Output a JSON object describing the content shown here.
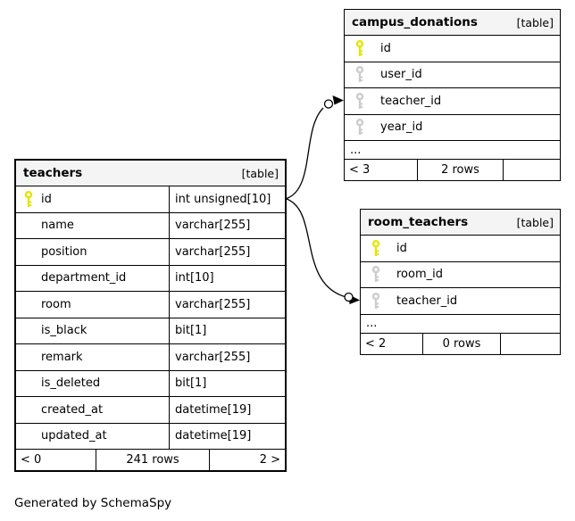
{
  "diagram": {
    "credit": "Generated by SchemaSpy"
  },
  "colors": {
    "primary_key": "#e5e500",
    "foreign_key": "#cccccc",
    "header_bg": "#f4f4f4",
    "border": "#000000"
  },
  "relationships": [
    {
      "from": "teachers.id",
      "to": "campus_donations.teacher_id"
    },
    {
      "from": "teachers.id",
      "to": "room_teachers.teacher_id"
    }
  ],
  "tables": [
    {
      "name": "teachers",
      "tag": "[table]",
      "columns": [
        {
          "name": "id",
          "type": "int unsigned[10]",
          "key": "primary"
        },
        {
          "name": "name",
          "type": "varchar[255]",
          "key": "none"
        },
        {
          "name": "position",
          "type": "varchar[255]",
          "key": "none"
        },
        {
          "name": "department_id",
          "type": "int[10]",
          "key": "none"
        },
        {
          "name": "room",
          "type": "varchar[255]",
          "key": "none"
        },
        {
          "name": "is_black",
          "type": "bit[1]",
          "key": "none"
        },
        {
          "name": "remark",
          "type": "varchar[255]",
          "key": "none"
        },
        {
          "name": "is_deleted",
          "type": "bit[1]",
          "key": "none"
        },
        {
          "name": "created_at",
          "type": "datetime[19]",
          "key": "none"
        },
        {
          "name": "updated_at",
          "type": "datetime[19]",
          "key": "none"
        }
      ],
      "footer": {
        "left": "< 0",
        "center": "241 rows",
        "right": "2 >"
      }
    },
    {
      "name": "campus_donations",
      "tag": "[table]",
      "columns": [
        {
          "name": "id",
          "key": "primary"
        },
        {
          "name": "user_id",
          "key": "foreign"
        },
        {
          "name": "teacher_id",
          "key": "foreign"
        },
        {
          "name": "year_id",
          "key": "foreign"
        }
      ],
      "ellipsis": "...",
      "footer": {
        "left": "< 3",
        "center": "2 rows",
        "right": ""
      }
    },
    {
      "name": "room_teachers",
      "tag": "[table]",
      "columns": [
        {
          "name": "id",
          "key": "primary"
        },
        {
          "name": "room_id",
          "key": "foreign"
        },
        {
          "name": "teacher_id",
          "key": "foreign"
        }
      ],
      "ellipsis": "...",
      "footer": {
        "left": "< 2",
        "center": "0 rows",
        "right": ""
      }
    }
  ]
}
